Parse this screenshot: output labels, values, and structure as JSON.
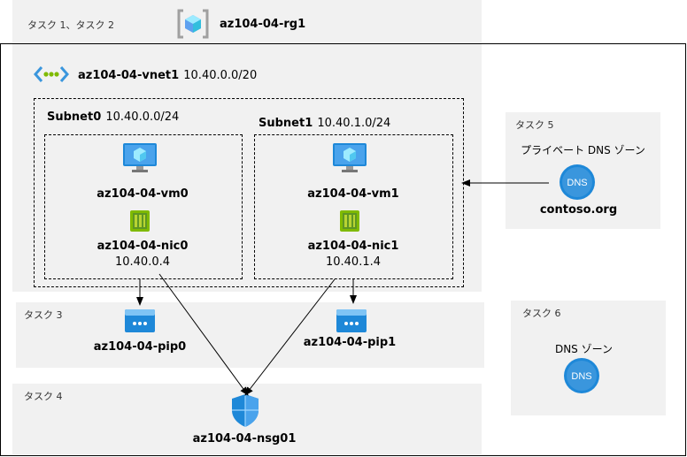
{
  "rg": {
    "tasks": "タスク 1、タスク 2",
    "name": "az104-04-rg1"
  },
  "vnet": {
    "name": "az104-04-vnet1",
    "cidr": "10.40.0.0/20"
  },
  "subnet0": {
    "name": "Subnet0",
    "cidr": "10.40.0.0/24",
    "vm": "az104-04-vm0",
    "nic": "az104-04-nic0",
    "ip": "10.40.0.4"
  },
  "subnet1": {
    "name": "Subnet1",
    "cidr": "10.40.1.0/24",
    "vm": "az104-04-vm1",
    "nic": "az104-04-nic1",
    "ip": "10.40.1.4"
  },
  "task3": {
    "label": "タスク 3",
    "pip0": "az104-04-pip0",
    "pip1": "az104-04-pip1"
  },
  "task4": {
    "label": "タスク 4",
    "nsg": "az104-04-nsg01"
  },
  "task5": {
    "label": "タスク 5",
    "title": "プライベート DNS ゾーン",
    "icon_text": "DNS",
    "zone": "contoso.org"
  },
  "task6": {
    "label": "タスク 6",
    "title": "DNS ゾーン",
    "icon_text": "DNS"
  },
  "colors": {
    "panel": "#f1f1f1",
    "azure_blue": "#0078d4",
    "nic_green": "#7fba00"
  }
}
